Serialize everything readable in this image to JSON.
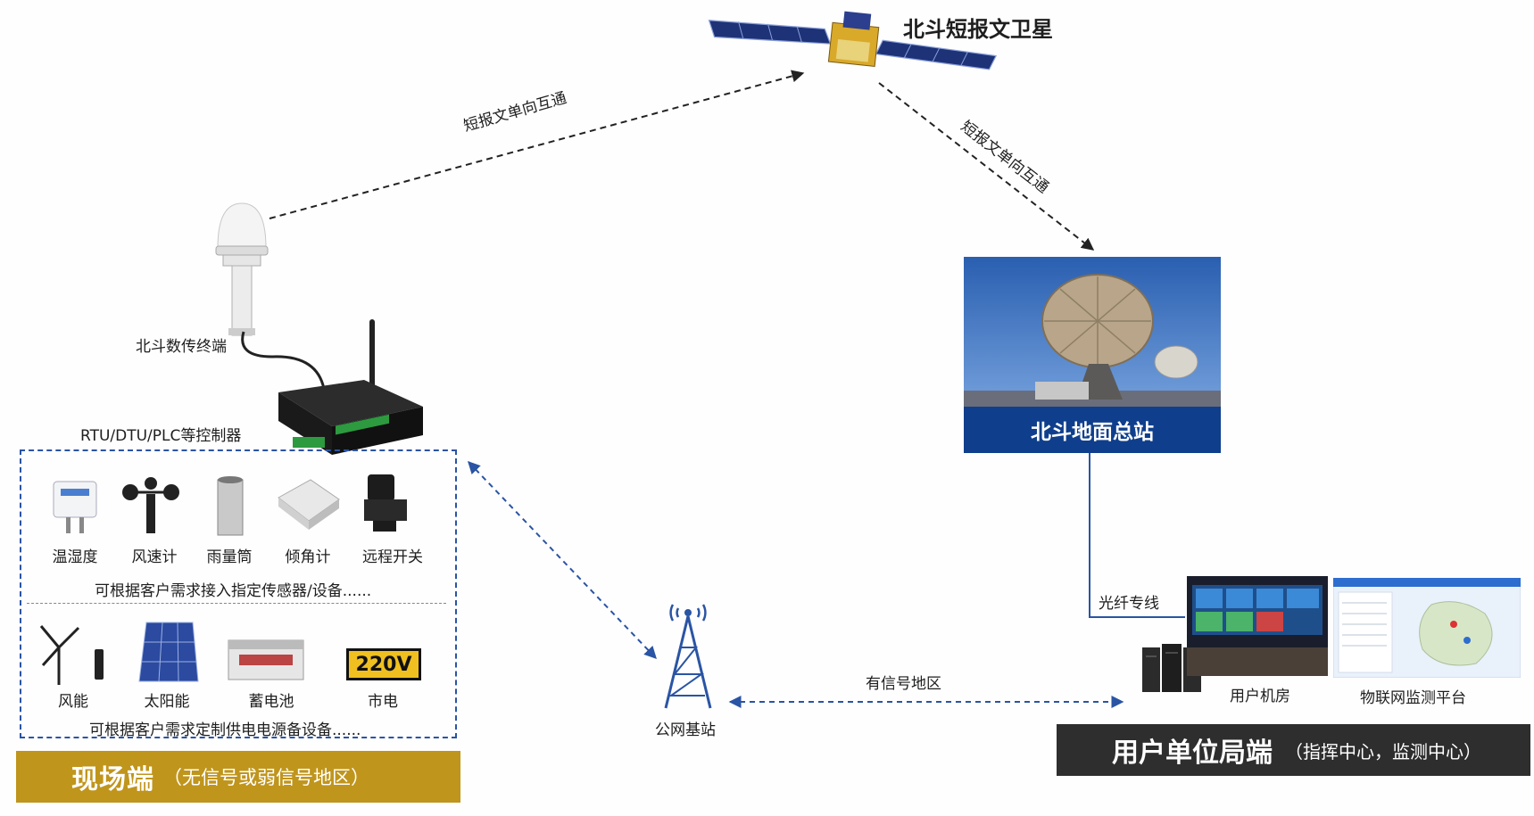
{
  "satellite": {
    "title": "北斗短报文卫星",
    "icon": "satellite-icon"
  },
  "links": {
    "sat_left": "短报文单向互通",
    "sat_right": "短报文单向互通",
    "fiber": "光纤专线",
    "signal_area": "有信号地区"
  },
  "terminal": {
    "label": "北斗数传终端",
    "icon": "beidou-antenna-icon"
  },
  "controller": {
    "label": "RTU/DTU/PLC等控制器",
    "icon": "controller-icon"
  },
  "sensors": {
    "items": [
      {
        "label": "温湿度",
        "icon": "thermo-hygrometer-icon"
      },
      {
        "label": "风速计",
        "icon": "anemometer-icon"
      },
      {
        "label": "雨量筒",
        "icon": "rain-gauge-icon"
      },
      {
        "label": "倾角计",
        "icon": "inclinometer-icon"
      },
      {
        "label": "远程开关",
        "icon": "remote-switch-icon"
      }
    ],
    "note": "可根据客户需求接入指定传感器/设备......"
  },
  "power": {
    "items": [
      {
        "label": "风能",
        "icon": "wind-turbine-icon"
      },
      {
        "label": "太阳能",
        "icon": "solar-panel-icon"
      },
      {
        "label": "蓄电池",
        "icon": "battery-icon"
      },
      {
        "label": "市电",
        "icon": "mains-power-icon",
        "badge": "220V"
      }
    ],
    "note": "可根据客户需求定制供电电源备设备......"
  },
  "field_banner": {
    "title": "现场端",
    "subtitle": "（无信号或弱信号地区）"
  },
  "tower": {
    "label": "公网基站",
    "icon": "cell-tower-icon"
  },
  "ground_station": {
    "label": "北斗地面总站",
    "icon": "satellite-dish-photo"
  },
  "user_side": {
    "server_room": "用户机房",
    "platform": "物联网监测平台"
  },
  "user_banner": {
    "title": "用户单位局端",
    "subtitle": "（指挥中心，监测中心）"
  },
  "colors": {
    "field_banner": "#c0951c",
    "user_banner": "#2e2e2e",
    "station_caption": "#0f3f8c",
    "dashed_blue": "#2a54a4"
  }
}
